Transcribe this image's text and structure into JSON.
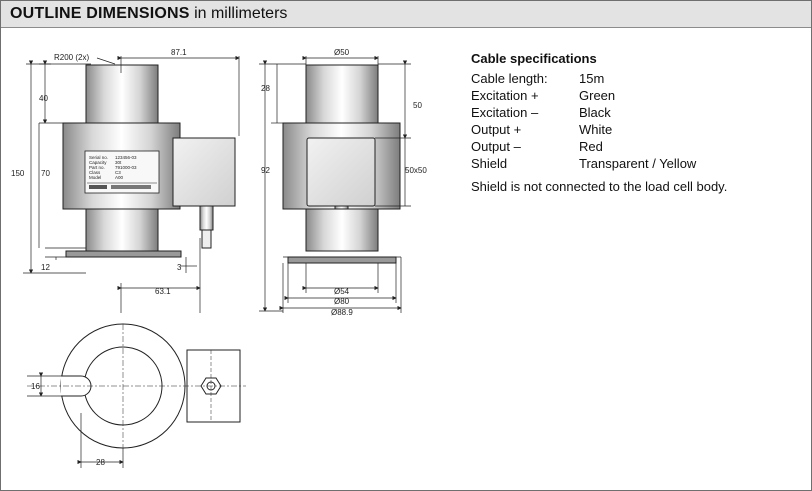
{
  "header": {
    "title_bold": "OUTLINE DIMENSIONS",
    "title_unit": "in millimeters"
  },
  "drawing": {
    "side": {
      "radius": "R200 (2x)",
      "width_871": "87.1",
      "h40": "40",
      "h150": "150",
      "h70": "70",
      "h12": "12",
      "h3": "3",
      "w631": "63.1",
      "label_lines": [
        "Serial no.",
        "Capacity",
        "Part no.",
        "Class",
        "Model"
      ],
      "label_values": [
        "123456-03",
        "30t",
        "791000-03",
        "C3",
        "A00"
      ]
    },
    "front": {
      "d50": "Ø50",
      "h28": "28",
      "h50": "50",
      "h92": "92",
      "s5050": "50x50",
      "d54": "Ø54",
      "d80": "Ø80",
      "d889": "Ø88.9"
    },
    "top": {
      "h16": "16",
      "w28": "28"
    }
  },
  "specs": {
    "heading": "Cable specifications",
    "rows": [
      {
        "label": "Cable length:",
        "value": "15m"
      },
      {
        "label": "Excitation +",
        "value": "Green"
      },
      {
        "label": "Excitation –",
        "value": "Black"
      },
      {
        "label": "Output +",
        "value": "White"
      },
      {
        "label": "Output –",
        "value": "Red"
      },
      {
        "label": "Shield",
        "value": "Transparent / Yellow"
      }
    ],
    "note": "Shield is not connected to the load cell body."
  }
}
